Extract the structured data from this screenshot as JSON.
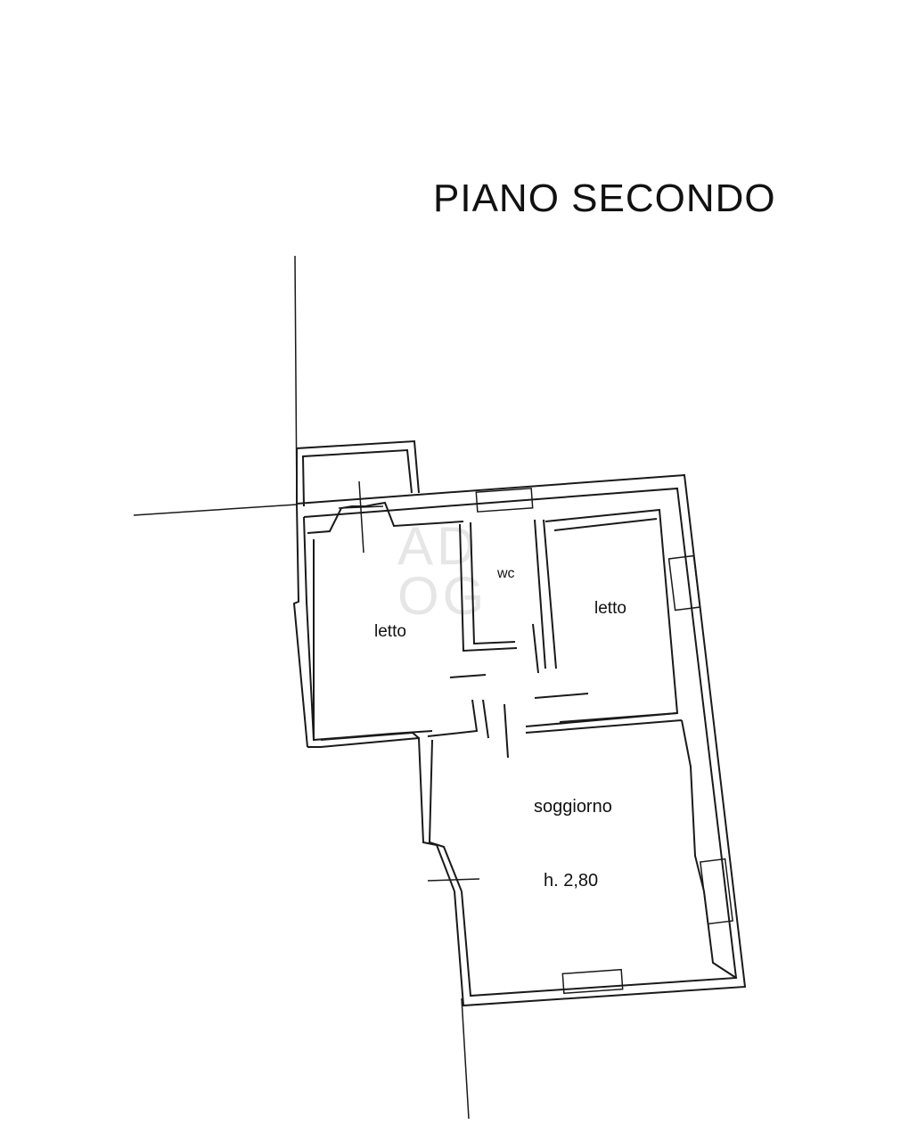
{
  "title": "PIANO SECONDO",
  "watermark": {
    "line1": "AD",
    "line2": "OG"
  },
  "rooms": [
    {
      "name": "letto"
    },
    {
      "name": "wc"
    },
    {
      "name": "letto"
    },
    {
      "name": "soggiorno"
    }
  ],
  "height_note": "h. 2,80"
}
